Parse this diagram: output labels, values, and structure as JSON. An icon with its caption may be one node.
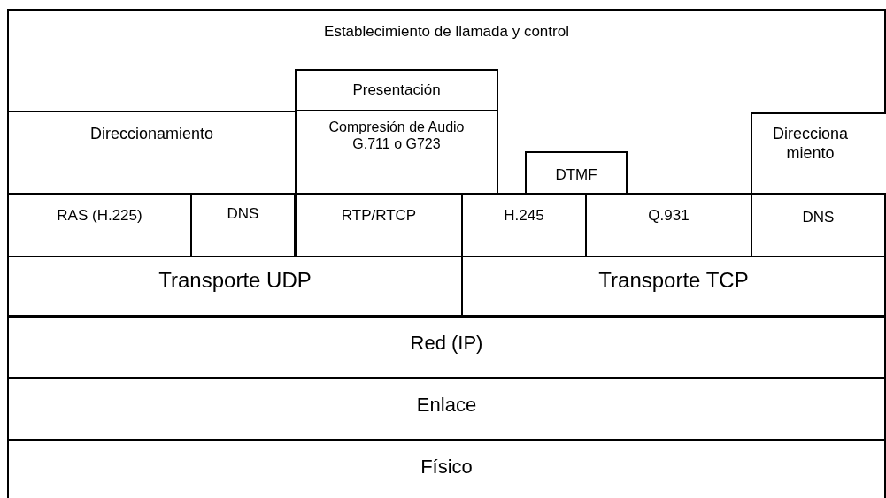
{
  "diagram": {
    "nodes": [
      {
        "text": [
          "Establecimiento de llamada y control"
        ]
      },
      {
        "text": [
          "Presentación"
        ],
        "in": 0
      },
      {
        "text": [
          "Direccionamiento"
        ],
        "in": 0
      },
      {
        "text": [
          "Compresión de Audio G.711 o G723"
        ],
        "in": 0
      },
      {
        "text": [
          "DTMF"
        ],
        "in": 0
      },
      {
        "text": [
          "Direcciona miento"
        ],
        "in": 0
      },
      {
        "text": [
          "RAS (H.225)"
        ]
      },
      {
        "text": [
          "DNS"
        ]
      },
      {
        "text": [
          "RTP/RTCP"
        ]
      },
      {
        "text": [
          "H.245"
        ]
      },
      {
        "text": [
          "Q.931"
        ]
      },
      {
        "text": [
          "DNS"
        ]
      },
      {
        "text": [
          "Transporte UDP"
        ]
      },
      {
        "text": [
          "Transporte TCP"
        ]
      },
      {
        "text": [
          "Red (IP)"
        ]
      },
      {
        "text": [
          "Enlace"
        ]
      },
      {
        "text": [
          "Físico"
        ]
      }
    ],
    "edges": []
  }
}
